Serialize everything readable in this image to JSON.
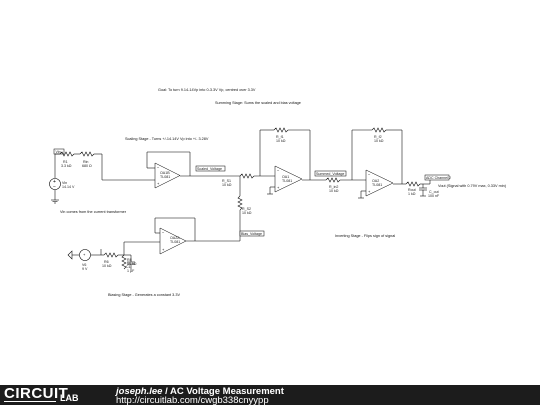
{
  "schematic": {
    "goal_note": "Goal: To turn 9.14-14Vp into 0-3.3V Vp, centred over 3.3V",
    "stages": {
      "summing": "Summing Stage: Sums the scaled and bias voltage",
      "scaling": "Scaling Stage - Turns +/-14.14V Vp into +/- 3.28V",
      "inverting": "Inverting Stage - Flips sign of signal",
      "biasing": "Biasing Stage - Generates a constant 3.3V"
    },
    "source_note": "Vin comes from the current transformer",
    "vout_note": "Vout (Signal with 0.79V max, 0.33V min)",
    "probe_vin": "Vin",
    "source_vin": {
      "name": "Vin",
      "value": "14.14 V"
    },
    "source_v6": {
      "name": "V6",
      "value": "9 V"
    },
    "resistors": {
      "r1": {
        "name": "R1",
        "value": "3.3 kΩ"
      },
      "rin": {
        "name": "Rin",
        "value": "680 Ω"
      },
      "r_a": {
        "name": "R_A",
        "value": "10 kΩ"
      },
      "r_s1": {
        "name": "R_S1",
        "value": "10 kΩ"
      },
      "r_s2": {
        "name": "R_S2",
        "value": "10 kΩ"
      },
      "r_f1": {
        "name": "R_f1",
        "value": "10 kΩ"
      },
      "r_f2": {
        "name": "R_f2",
        "value": "10 kΩ"
      },
      "r_in2": {
        "name": "R_in2",
        "value": "10 kΩ"
      },
      "r6": {
        "name": "R6",
        "value": "10 kΩ"
      },
      "r8": {
        "name": "R8",
        "value": "10 kΩ"
      },
      "rout": {
        "name": "Rout",
        "value": "1 kΩ"
      }
    },
    "capacitors": {
      "c1": {
        "name": "C1",
        "value": "1 µF"
      },
      "c_out": {
        "name": "C_out",
        "value": "100 nF"
      }
    },
    "opamps": {
      "oa1": {
        "name": "OA1B",
        "model": "TL081"
      },
      "oa2": {
        "name": "OA2A",
        "model": "TL081"
      },
      "oa3": {
        "name": "OA1",
        "model": "TL081"
      },
      "oa4": {
        "name": "OA2",
        "model": "TL081"
      }
    },
    "nets": {
      "scaled": "Scaled_Voltage",
      "summed": "Summed_Voltage",
      "bias": "Bias_Voltage",
      "adc": "ADC Channel 2"
    }
  },
  "footer": {
    "brand_circuit": "CIRCUIT",
    "brand_lab": "LAB",
    "author": "joseph.lee",
    "separator": " / ",
    "title": "AC Voltage Measurement",
    "url": "http://circuitlab.com/cwgb338cnyypp"
  }
}
